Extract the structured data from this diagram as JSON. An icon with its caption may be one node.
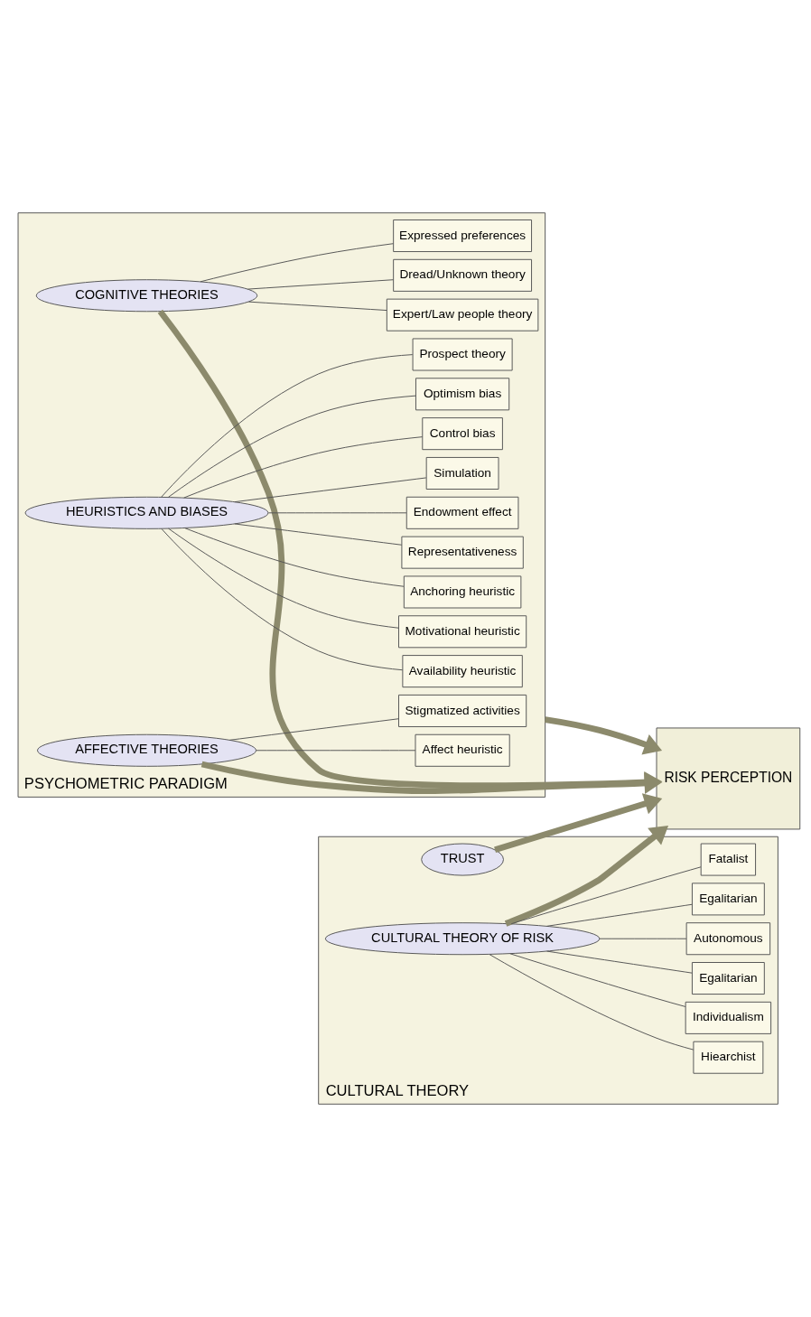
{
  "diagram": {
    "nodes": [
      {
        "text": [
          "PSYCHOMETRIC PARADIGM"
        ]
      },
      {
        "text": [
          "COGNITIVE THEORIES"
        ],
        "in": 0
      },
      {
        "text": [
          "Expressed preferences"
        ],
        "in": 0
      },
      {
        "text": [
          "Expert/Law people theory"
        ],
        "in": 0
      },
      {
        "text": [
          "Dread/Unknown theory"
        ],
        "in": 0
      },
      {
        "text": [
          "HEURISTICS AND BIASES"
        ],
        "in": 0
      },
      {
        "text": [
          "Prospect theory"
        ],
        "in": 0
      },
      {
        "text": [
          "Availability heuristic"
        ],
        "in": 0
      },
      {
        "text": [
          "Motivational heuristic"
        ],
        "in": 0
      },
      {
        "text": [
          "Anchoring heuristic"
        ],
        "in": 0
      },
      {
        "text": [
          "Representativeness"
        ],
        "in": 0
      },
      {
        "text": [
          "Endowment effect"
        ],
        "in": 0
      },
      {
        "text": [
          "Simulation"
        ],
        "in": 0
      },
      {
        "text": [
          "Control bias"
        ],
        "in": 0
      },
      {
        "text": [
          "Optimism bias"
        ],
        "in": 0
      },
      {
        "text": [
          "AFFECTIVE THEORIES"
        ],
        "in": 0
      },
      {
        "text": [
          "Affect heuristic"
        ],
        "in": 0
      },
      {
        "text": [
          "Stigmatized activities"
        ],
        "in": 0
      },
      {
        "text": [
          "RISK PERCEPTION"
        ]
      },
      {
        "text": [
          "CULTURAL THEORY"
        ]
      },
      {
        "text": [
          "TRUST"
        ],
        "in": 19
      },
      {
        "text": [
          "CULTURAL THEORY OF RISK"
        ],
        "in": 19
      },
      {
        "text": [
          "Egalitarian"
        ],
        "in": 19
      },
      {
        "text": [
          "Fatalist"
        ],
        "in": 19
      },
      {
        "text": [
          "Hiearchist"
        ],
        "in": 19
      },
      {
        "text": [
          "Individualism"
        ],
        "in": 19
      },
      {
        "text": [
          "Egalitarian"
        ],
        "in": 19
      },
      {
        "text": [
          "Autonomous"
        ],
        "in": 19
      }
    ],
    "edges": [
      {
        "from": 1,
        "to": 2,
        "arrow": "none"
      },
      {
        "from": 1,
        "to": 3,
        "arrow": "none"
      },
      {
        "from": 1,
        "to": 4,
        "arrow": "none"
      },
      {
        "from": 5,
        "to": 6,
        "arrow": "none"
      },
      {
        "from": 5,
        "to": 7,
        "arrow": "none"
      },
      {
        "from": 5,
        "to": 8,
        "arrow": "none"
      },
      {
        "from": 5,
        "to": 9,
        "arrow": "none"
      },
      {
        "from": 5,
        "to": 10,
        "arrow": "none"
      },
      {
        "from": 5,
        "to": 11,
        "arrow": "none"
      },
      {
        "from": 5,
        "to": 12,
        "arrow": "none"
      },
      {
        "from": 5,
        "to": 13,
        "arrow": "none"
      },
      {
        "from": 5,
        "to": 14,
        "arrow": "none"
      },
      {
        "from": 15,
        "to": 16,
        "arrow": "none"
      },
      {
        "from": 15,
        "to": 17,
        "arrow": "none"
      },
      {
        "from": 21,
        "to": 22,
        "arrow": "none"
      },
      {
        "from": 21,
        "to": 23,
        "arrow": "none"
      },
      {
        "from": 21,
        "to": 24,
        "arrow": "none"
      },
      {
        "from": 21,
        "to": 25,
        "arrow": "none"
      },
      {
        "from": 21,
        "to": 26,
        "arrow": "none"
      },
      {
        "from": 21,
        "to": 27,
        "arrow": "none"
      },
      {
        "from": 1,
        "to": 18,
        "arrow": "to",
        "style": "thick"
      },
      {
        "from": 0,
        "to": 18,
        "arrow": "to",
        "style": "thick"
      },
      {
        "from": 15,
        "to": 18,
        "arrow": "to",
        "style": "thick"
      },
      {
        "from": 20,
        "to": 18,
        "arrow": "to",
        "style": "thick"
      },
      {
        "from": 21,
        "to": 18,
        "arrow": "to",
        "style": "thick"
      }
    ]
  }
}
